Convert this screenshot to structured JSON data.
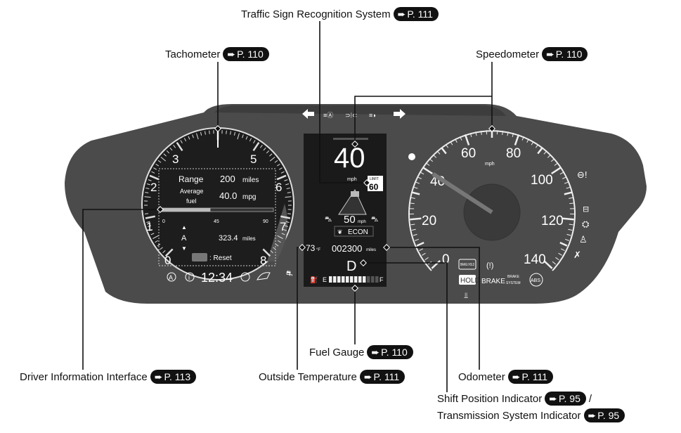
{
  "callouts": {
    "traffic_sign": {
      "label": "Traffic Sign Recognition System",
      "page": "P. 111"
    },
    "tachometer": {
      "label": "Tachometer",
      "page": "P. 110"
    },
    "speedometer": {
      "label": "Speedometer",
      "page": "P. 110"
    },
    "driver_info": {
      "label": "Driver Information Interface",
      "page": "P. 113"
    },
    "outside_temp": {
      "label": "Outside Temperature",
      "page": "P. 111"
    },
    "fuel_gauge": {
      "label": "Fuel Gauge",
      "page": "P. 110"
    },
    "odometer": {
      "label": "Odometer",
      "page": "P. 111"
    },
    "shift_position": {
      "label": "Shift Position Indicator",
      "page": "P. 95",
      "separator": "/"
    },
    "transmission": {
      "label": "Transmission System Indicator",
      "page": "P. 95"
    }
  },
  "tachometer": {
    "ticks": [
      "0",
      "1",
      "2",
      "3",
      "5",
      "6",
      "7",
      "8"
    ]
  },
  "driver_info": {
    "range_label": "Range",
    "range_value": "200",
    "range_unit": "miles",
    "avg_label_1": "Average",
    "avg_label_2": "fuel",
    "avg_value": "40.0",
    "avg_unit": "mpg",
    "scale": [
      "0",
      "45",
      "90"
    ],
    "trip_selector": "A",
    "trip_value": "323.4",
    "trip_unit": "miles",
    "reset": ": Reset",
    "clock": "12:34",
    "fuel_economy_fraction": 0.44
  },
  "center": {
    "speed": "40",
    "speed_unit": "mph",
    "sign_top": "LIMIT",
    "sign_value": "60",
    "acc_speed": "50",
    "acc_unit": "mph",
    "econ": "ECON",
    "temp": "73",
    "temp_unit": "°F",
    "odometer": "002300",
    "odometer_unit": "miles",
    "gear": "D",
    "fuel_e": "E",
    "fuel_f": "F",
    "fuel_level_fraction": 0.75
  },
  "speedometer": {
    "ticks": [
      "0",
      "20",
      "40",
      "60",
      "80",
      "100",
      "120",
      "140"
    ],
    "unit": "mph",
    "needle_value": 40
  },
  "indicators": {
    "brake_hold": "BRAKE HOLD",
    "hold": "HOLD",
    "brake": "BRAKE",
    "brake_system_1": "BRAKE",
    "brake_system_2": "SYSTEM",
    "abs": "ABS"
  },
  "colors": {
    "panel": "#4a4a4a",
    "display": "#1c1c1c",
    "line": "#111111"
  }
}
